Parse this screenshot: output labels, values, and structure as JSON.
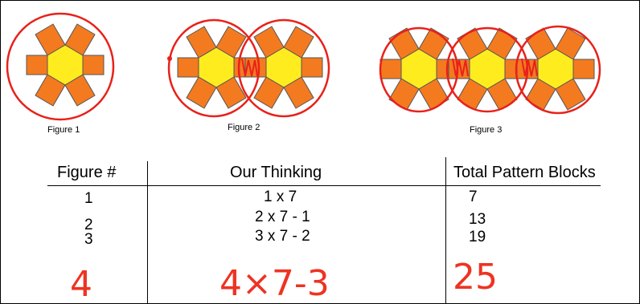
{
  "figures": [
    {
      "caption": "Figure 1"
    },
    {
      "caption": "Figure 2"
    },
    {
      "caption": "Figure 3"
    }
  ],
  "colors": {
    "hexagon": "#ffec1f",
    "square": "#f47a20",
    "outline": "#555555",
    "circle_mark": "#e8211b"
  },
  "table": {
    "headers": [
      "Figure #",
      "Our Thinking",
      "Total Pattern Blocks"
    ],
    "rows": [
      [
        "1",
        "1 x 7",
        "7"
      ],
      [
        "2",
        "2 x 7 - 1",
        "13"
      ],
      [
        "3",
        "3 x 7 - 2",
        "19"
      ]
    ],
    "handwritten_row": [
      "4",
      "4×7-3",
      "25"
    ]
  }
}
